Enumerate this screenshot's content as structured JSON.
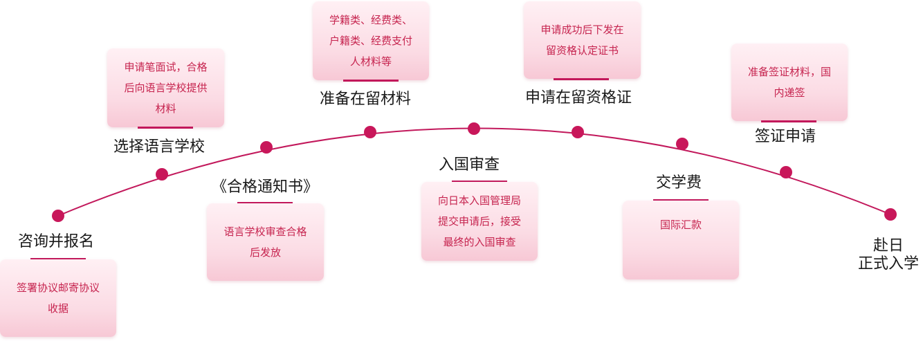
{
  "colors": {
    "accent": "#c2185b",
    "box_text": "#c6244f",
    "box_fill": "#fbdbe4"
  },
  "steps": [
    {
      "title": "咨询并报名",
      "lines": [
        "签署协议邮寄协议",
        "收据"
      ]
    },
    {
      "title": "选择语言学校",
      "lines": [
        "申请笔面试，合格",
        "后向语言学校提供",
        "材料"
      ]
    },
    {
      "title": "《合格通知书》",
      "lines": [
        "语言学校审查合格",
        "后发放"
      ]
    },
    {
      "title": "准备在留材料",
      "lines": [
        "学籍类、经费类、",
        "户籍类、经费支付",
        "人材料等"
      ]
    },
    {
      "title": "入国审查",
      "lines": [
        "向日本入国管理局",
        "提交申请后，接受",
        "最终的入国审查"
      ]
    },
    {
      "title": "申请在留资格证",
      "lines": [
        "申请成功后下发在",
        "留资格认定证书"
      ]
    },
    {
      "title": "交学费",
      "lines": [
        "国际汇款"
      ]
    },
    {
      "title": "签证申请",
      "lines": [
        "准备签证材料，国",
        "内递签"
      ]
    }
  ],
  "final": {
    "line1": "赴日",
    "line2": "正式入学"
  }
}
